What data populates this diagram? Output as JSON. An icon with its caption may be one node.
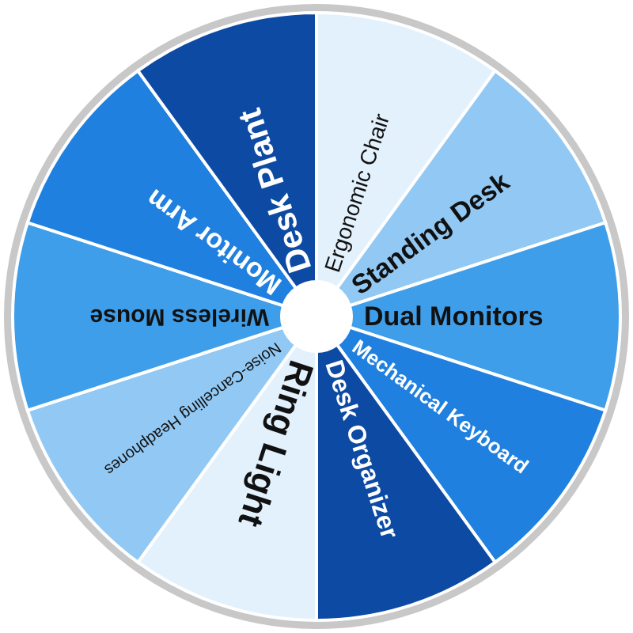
{
  "diagram": {
    "nodes": [
      {
        "text": [
          "Ergonomic Chair"
        ]
      },
      {
        "text": [
          "Standing Desk"
        ]
      },
      {
        "text": [
          "Dual Monitors"
        ]
      },
      {
        "text": [
          "Mechanical Keyboard"
        ]
      },
      {
        "text": [
          "Desk Organizer"
        ]
      },
      {
        "text": [
          "Ring Light"
        ]
      },
      {
        "text": [
          "Noise-Cancelling Headphones"
        ]
      },
      {
        "text": [
          "Wireless Mouse"
        ]
      },
      {
        "text": [
          "Monitor Arm"
        ]
      },
      {
        "text": [
          "Desk Plant"
        ]
      }
    ]
  }
}
